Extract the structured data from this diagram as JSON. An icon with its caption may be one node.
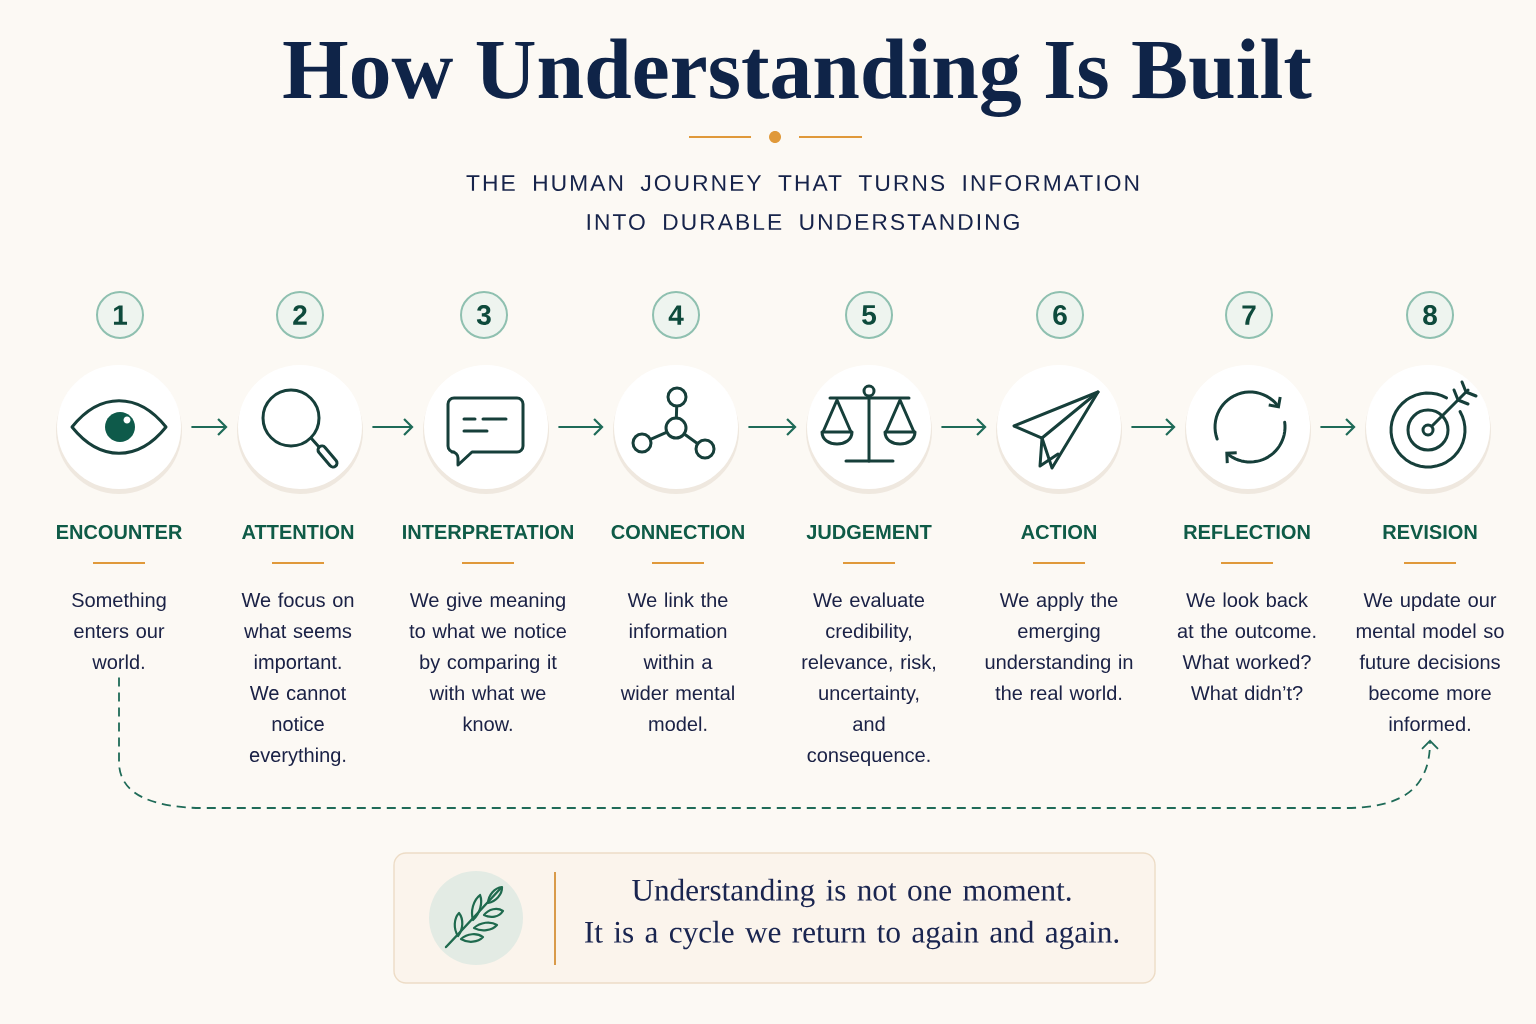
{
  "diagram": {
    "title": "How Understanding Is Built",
    "nodes": [
      {
        "text": [
          "1"
        ]
      },
      {
        "text": [
          "ENCOUNTER",
          "Something enters our world."
        ]
      },
      {
        "text": [
          "2"
        ]
      },
      {
        "text": [
          "ATTENTION",
          "We focus on what seems important. We cannot notice everything."
        ]
      },
      {
        "text": [
          "3"
        ]
      },
      {
        "text": [
          "INTERPRETATION",
          "We give meaning to what we notice by comparing it with what we know."
        ]
      },
      {
        "text": [
          "4"
        ]
      },
      {
        "text": [
          "CONNECTION",
          "We link the information within a wider mental model."
        ]
      },
      {
        "text": [
          "5"
        ]
      },
      {
        "text": [
          "JUDGEMENT",
          "We evaluate credibility, relevance, risk, uncertainty, and consequence."
        ]
      },
      {
        "text": [
          "6"
        ]
      },
      {
        "text": [
          "ACTION",
          "We apply the emerging understanding in the real world."
        ]
      },
      {
        "text": [
          "7"
        ]
      },
      {
        "text": [
          "REFLECTION",
          "We look back at the outcome. What worked? What didn’t?"
        ]
      },
      {
        "text": [
          "8"
        ]
      },
      {
        "text": [
          "REVISION",
          "We update our mental model so future decisions become more informed."
        ]
      },
      {
        "text": [
          "Understanding is not one moment.",
          "It is a cycle we return to again and again."
        ]
      }
    ],
    "edges": [
      {
        "from": 1,
        "to": 3,
        "arrow": "to"
      },
      {
        "from": 3,
        "to": 5,
        "arrow": "to"
      },
      {
        "from": 5,
        "to": 7,
        "arrow": "to"
      },
      {
        "from": 7,
        "to": 9,
        "arrow": "to"
      },
      {
        "from": 9,
        "to": 11,
        "arrow": "to"
      },
      {
        "from": 11,
        "to": 13,
        "arrow": "to"
      },
      {
        "from": 13,
        "to": 15,
        "arrow": "to"
      },
      {
        "from": 1,
        "to": 15,
        "arrow": "to",
        "style": "dashed"
      }
    ],
    "labels": [
      "THE HUMAN JOURNEY THAT TURNS INFORMATION INTO DURABLE UNDERSTANDING"
    ]
  }
}
